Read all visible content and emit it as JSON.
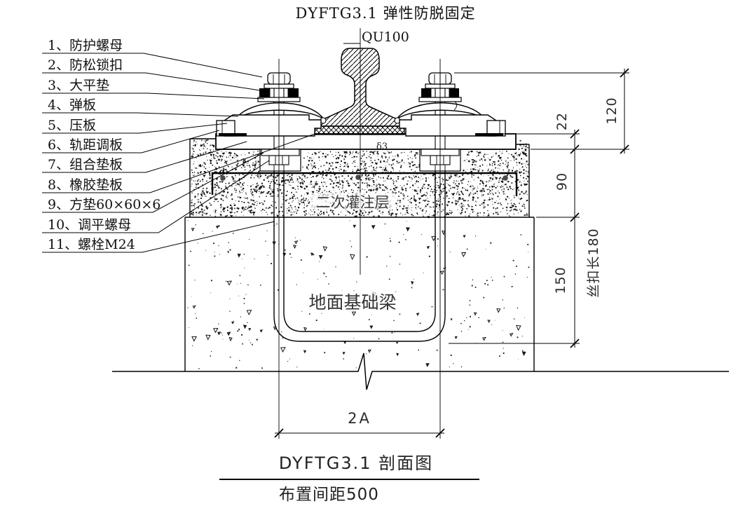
{
  "drawing": {
    "title": "DYFTG3.1 弹性防脱固定",
    "rail_label": "QU100",
    "section_caption": "DYFTG3.1  剖面图",
    "spacing_caption": "布置间距500"
  },
  "parts_list": {
    "items": [
      "1、防护螺母",
      "2、防松锁扣",
      "3、大平垫",
      "4、弹板",
      "5、压板",
      "6、轨距调板",
      "7、组合垫板",
      "8、橡胶垫板",
      "9、方垫60×60×6",
      "10、调平螺母",
      "11、螺栓M24"
    ]
  },
  "region_labels": {
    "grout_layer": "二次灌注层",
    "foundation_beam": "地面基础梁",
    "thickness_note": "δ3"
  },
  "dimensions": {
    "v22": "22",
    "v120": "120",
    "v90": "90",
    "v150": "150",
    "thread_length": "丝扣长180",
    "bolt_span": "2A"
  },
  "colors": {
    "line": "#000000",
    "background": "#ffffff"
  }
}
